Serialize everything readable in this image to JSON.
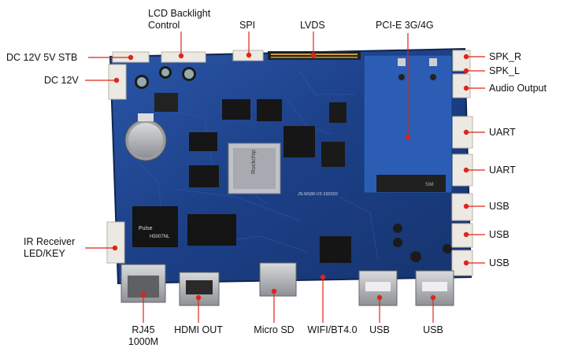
{
  "callouts": {
    "lcd_backlight_1": "LCD Backlight",
    "lcd_backlight_2": "Control",
    "spi": "SPI",
    "lvds": "LVDS",
    "pcie": "PCI-E 3G/4G",
    "dc12v_stb": "DC 12V 5V STB",
    "dc12v": "DC 12V",
    "spk_r": "SPK_R",
    "spk_l": "SPK_L",
    "audio_output": "Audio Output",
    "uart_1": "UART",
    "uart_2": "UART",
    "usb_right_1": "USB",
    "usb_right_2": "USB",
    "usb_right_3": "USB",
    "ir_receiver_1": "IR Receiver",
    "ir_receiver_2": "LED/KEY",
    "rj45_1": "RJ45",
    "rj45_2": "1000M",
    "hdmi_out": "HDMI OUT",
    "micro_sd": "Micro SD",
    "wifi_bt": "WIFI/BT4.0",
    "usb_bottom_1": "USB",
    "usb_bottom_2": "USB"
  },
  "board": {
    "soc_brand": "Rockchip",
    "lan_chip_1": "Pulse",
    "lan_chip_2": "H5007NL",
    "serial": "JS-M180-V2-150320",
    "sim_slot": "SIM"
  },
  "colors": {
    "pcb": "#1c3f86",
    "callout": "#e0241a",
    "connector": "#e9e6df"
  },
  "icons": [
    "callout-dot-icon"
  ]
}
